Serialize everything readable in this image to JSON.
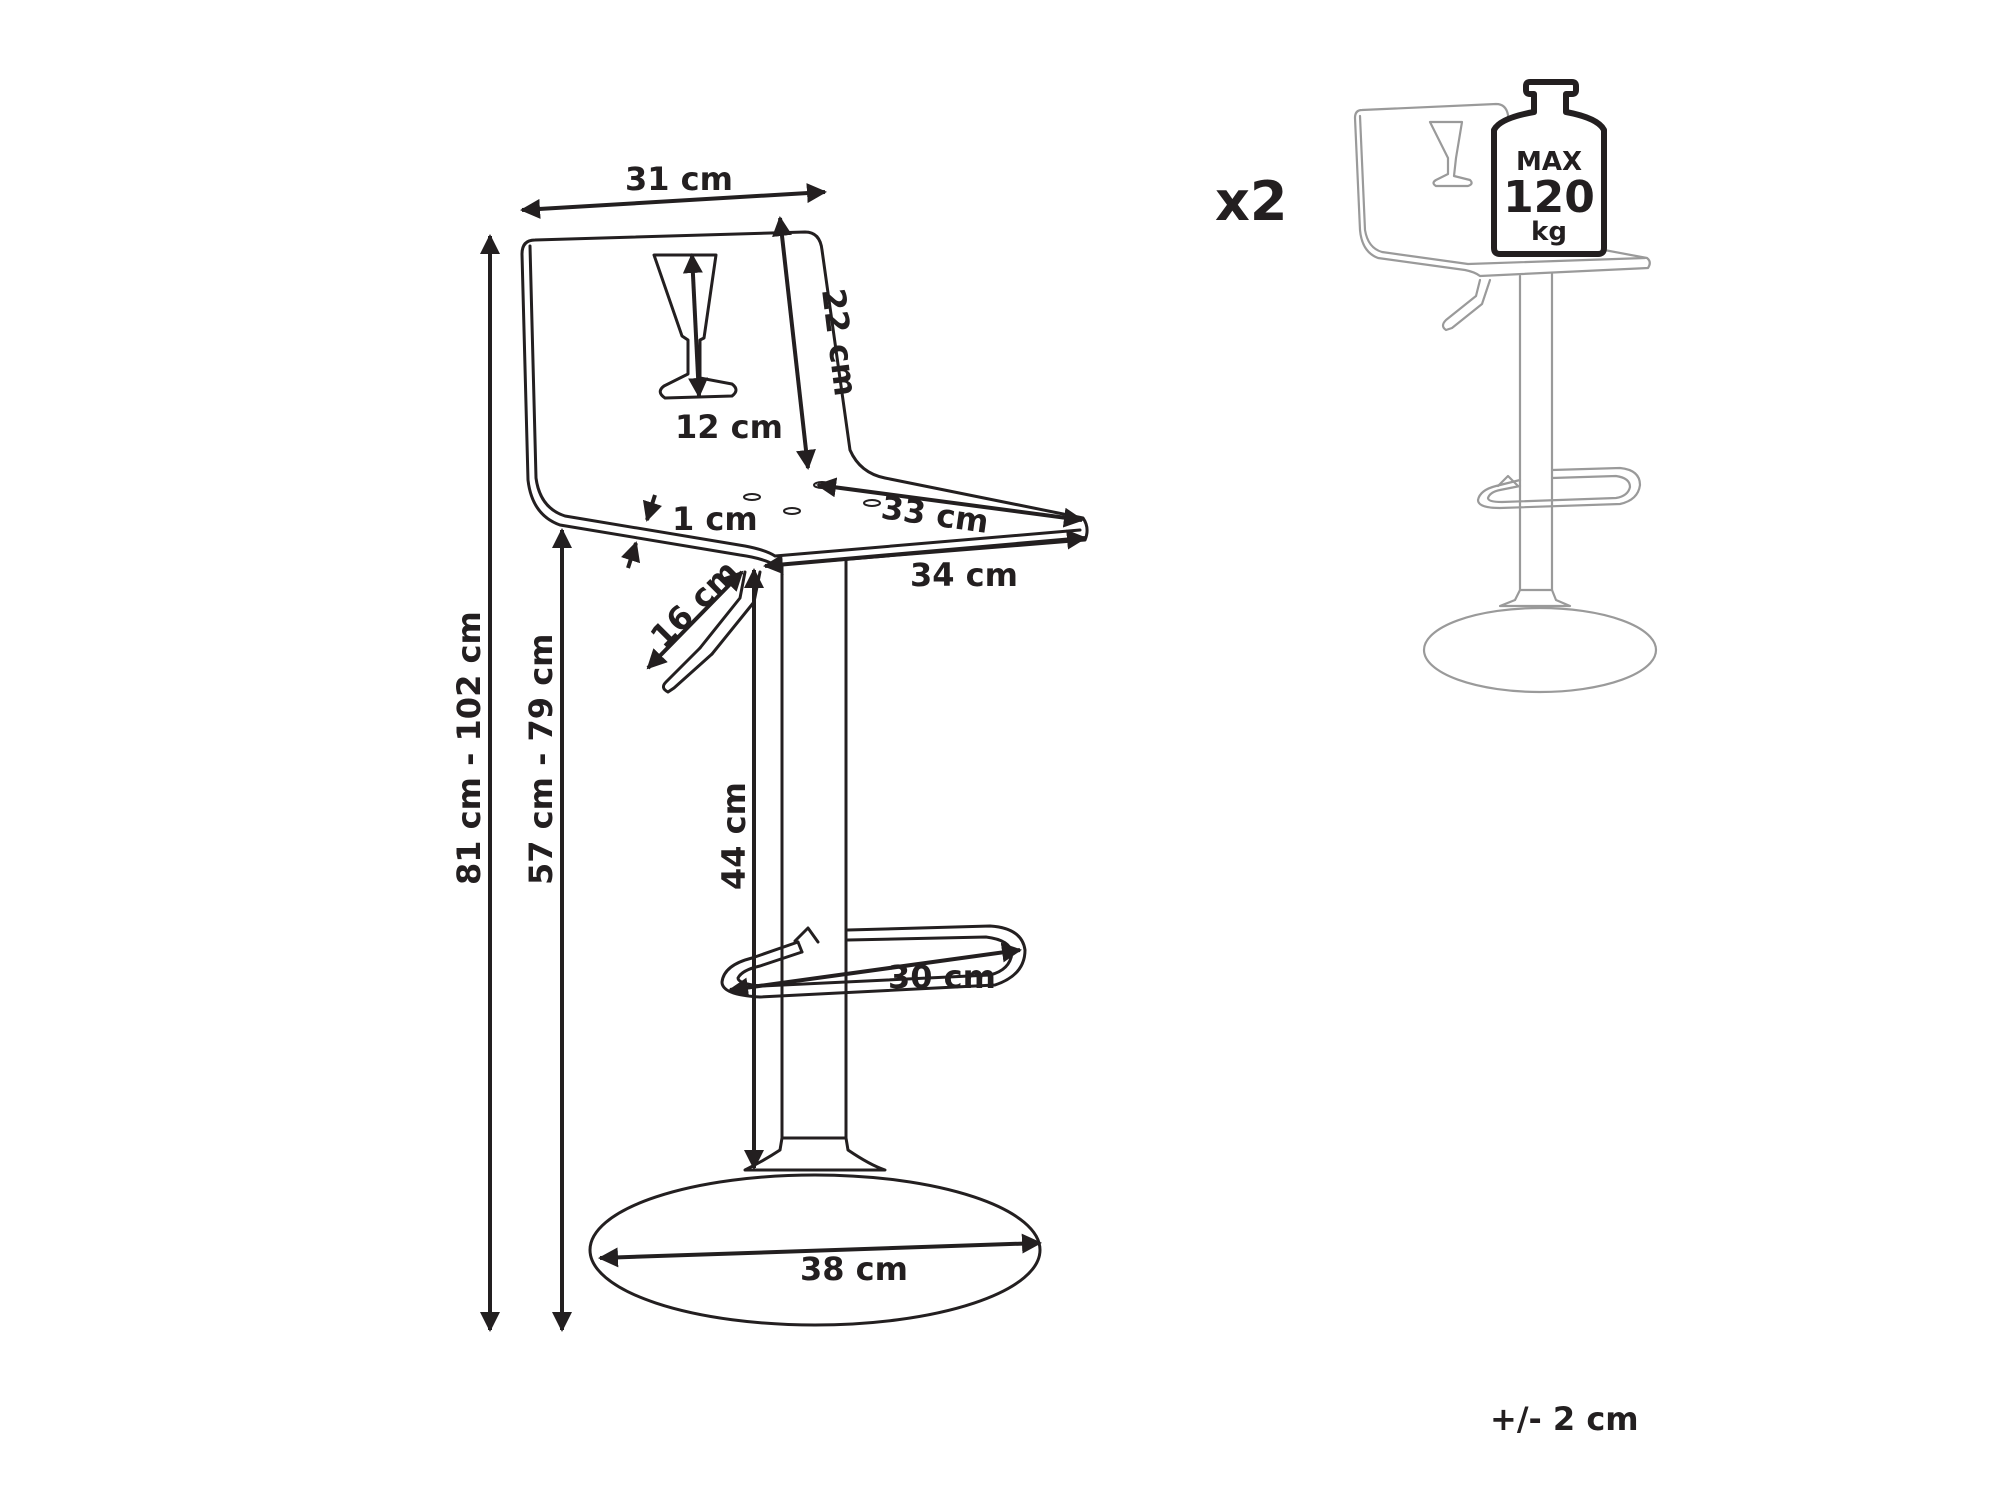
{
  "dimensions": {
    "seat_back_width": "31 cm",
    "back_height": "22 cm",
    "cutout_height": "12 cm",
    "seat_thickness": "1 cm",
    "seat_depth_top": "33 cm",
    "seat_depth": "34 cm",
    "lever_length": "16 cm",
    "total_height": "81 cm - 102 cm",
    "seat_height": "57 cm - 79 cm",
    "footrest_height": "44 cm",
    "footrest_width": "30 cm",
    "base_diameter": "38 cm"
  },
  "quantity": "x2",
  "max_load": {
    "line1": "MAX",
    "line2": "120",
    "line3": "kg"
  },
  "tolerance": "+/- 2 cm",
  "colors": {
    "line": "#231f20",
    "thumbnail": "#9a9a9a"
  }
}
